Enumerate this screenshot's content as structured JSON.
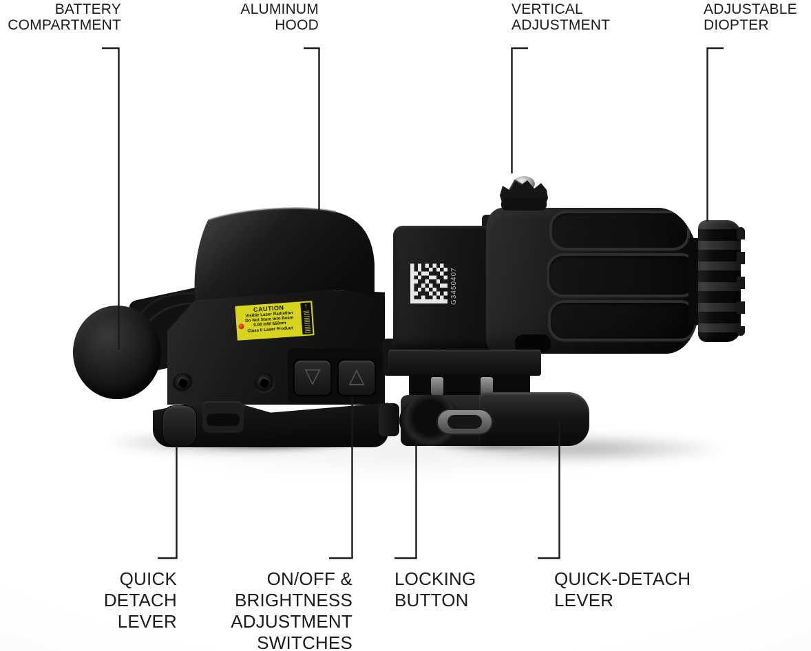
{
  "callouts": {
    "battery_compartment": "BATTERY\nCOMPARTMENT",
    "aluminum_hood": "ALUMINUM\nHOOD",
    "vertical_adjustment": "VERTICAL\nADJUSTMENT",
    "adjustable_diopter": "ADJUSTABLE\nDIOPTER",
    "quick_detach_lever": "QUICK\nDETACH\nLEVER",
    "on_off_brightness": "ON/OFF &\nBRIGHTNESS\nADJUSTMENT\nSWITCHES",
    "locking_button": "LOCKING\nBUTTON",
    "quick_detach_lever_magnifier": "QUICK-DETACH\nLEVER"
  },
  "sight": {
    "caution_sticker": {
      "title": "CAUTION",
      "body": "Visible Laser Radiation\nDo Not Stare Into Beam\n0.08 mW  650nm\nClass II Laser Product",
      "arrow_glyph": "↑"
    },
    "icons": {
      "brightness_down": "▽",
      "brightness_up": "△"
    }
  },
  "magnifier": {
    "serial": "G3450407"
  },
  "colors": {
    "background": "#ffffff",
    "label_text": "#1c1c1c",
    "callout_line": "#1a1a1a",
    "sticker_yellow": "#d7d41f",
    "laser_dot_red": "#d42a1e",
    "device_black": "#111111"
  }
}
